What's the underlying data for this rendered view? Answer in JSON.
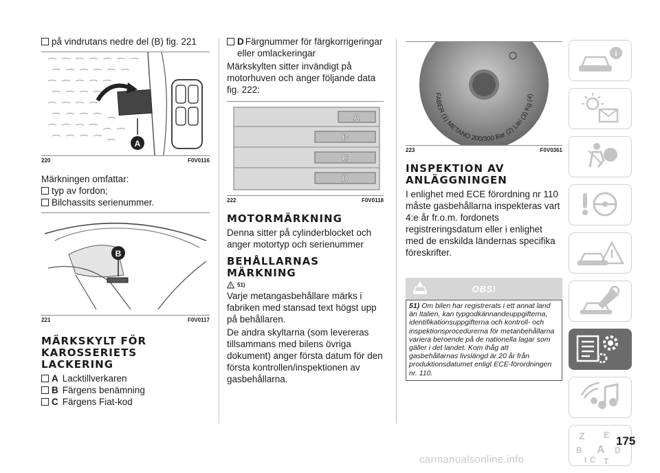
{
  "col1": {
    "intro_bullet": "på vindrutans nedre del (B) fig. 221",
    "fig220": {
      "num": "220",
      "code": "F0V0116",
      "callout": "A"
    },
    "marking_intro": "Märkningen omfattar:",
    "marking_items": [
      "typ av fordon;",
      "Bilchassits serienummer."
    ],
    "fig221": {
      "num": "221",
      "code": "F0V0117",
      "callout": "B"
    },
    "heading": "MÄRKSKYLT FÖR KAROSSERIETS LACKERING",
    "paint_items": [
      {
        "label": "A",
        "text": "Lacktillverkaren"
      },
      {
        "label": "B",
        "text": "Färgens benämning"
      },
      {
        "label": "C",
        "text": "Färgens Fiat-kod"
      }
    ]
  },
  "col2": {
    "d_item": {
      "label": "D",
      "text": "Färgnummer för färgkorrigeringar eller omlackeringar"
    },
    "location_text": "Märkskylten sitter invändigt på motorhuven och anger följande data fig. 222:",
    "fig222": {
      "num": "222",
      "code": "F0V0118",
      "rows": [
        "A",
        "B",
        "C",
        "D"
      ]
    },
    "engine_heading": "MOTORMÄRKNING",
    "engine_text": "Denna sitter på cylinderblocket och anger motortyp och serienummer",
    "tank_heading": "BEHÅLLARNAS MÄRKNING",
    "tank_ref": "51)",
    "tank_text1": "Varje metangasbehållare märks i fabriken med stansad text högst upp på behållaren.",
    "tank_text2": "De andra skyltarna (som levereras tillsammans med bilens övriga dokument) anger första datum för den första kontrollen/inspektionen av gasbehållarna."
  },
  "col3": {
    "fig223": {
      "num": "223",
      "code": "F0V0361",
      "plate_text": "FABER (1) METANO 200/300 Bar (2) Litri (3) Kg (4)"
    },
    "heading": "INSPEKTION AV ANLÄGGNINGEN",
    "text": "I enlighet med ECE förordning nr 110 måste gasbehållarna inspekteras vart 4:e år fr.o.m. fordonets registreringsdatum eller i enlighet med de enskilda ländernas specifika föreskrifter.",
    "obs_title": "OBS!",
    "note_num": "51)",
    "note_text": "Om bilen har registrerats i ett annat land än Italien, kan typgodkännandeuppgifterna, identifikationsuppgifterna och kontroll- och inspektionsprocedurerna för metanbehållarna variera beroende på de nationella lagar som gäller i det landet. Kom ihåg att gasbehållarnas livslängd är 20 år från produktionsdatumet enligt ECE-förordningen nr. 110."
  },
  "sidebar": {
    "items": [
      "car-info-icon",
      "warning-lights-icon",
      "safety-airbag-icon",
      "steering-start-icon",
      "emergency-icon",
      "maintenance-icon",
      "technical-data-icon",
      "multimedia-icon",
      "index-icon"
    ],
    "active_index": 6
  },
  "page_number": "175",
  "footer": "carmanualsonline.info"
}
